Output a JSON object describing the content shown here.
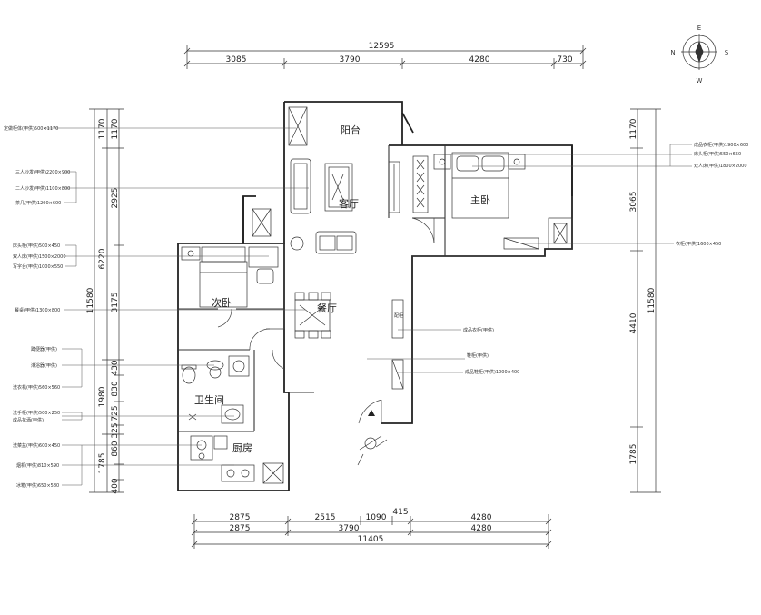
{
  "dimensions": {
    "top_total": "12595",
    "top_segments": [
      "3085",
      "3790",
      "4280",
      "730"
    ],
    "bottom_total": "11405",
    "bottom_row1": [
      "2875",
      "2515",
      "1090",
      "415",
      "4280"
    ],
    "bottom_row2": [
      "2875",
      "3790",
      "4280"
    ],
    "left_outer": "11580",
    "left_middle": [
      "1170",
      "6220",
      "1980",
      "1785"
    ],
    "left_inner": [
      "1170",
      "2925",
      "3175",
      "430",
      "830",
      "725",
      "325",
      "860",
      "400"
    ],
    "right_outer": "11580",
    "right_inner": [
      "1170",
      "3065",
      "4410",
      "1785"
    ]
  },
  "rooms": {
    "balcony": "阳台",
    "living": "客厅",
    "master_bedroom": "主卧",
    "second_bedroom": "次卧",
    "dining": "餐厅",
    "bathroom": "卫生间",
    "kitchen": "厨房"
  },
  "compass": {
    "north": "N",
    "south": "S",
    "east": "E",
    "west": "W"
  },
  "annotations_left": [
    "定做柜体(甲供)500×1170",
    "三人沙发(甲供)2200×900",
    "二人沙发(甲供)1100×800",
    "茶几(甲供)1200×600",
    "床头柜(甲供)500×450",
    "双人床(甲供)1500×2000",
    "写字台(甲供)1000×550",
    "餐桌(甲供)1300×800",
    "蹲便器(甲供)",
    "淋浴器(甲供)",
    "洗衣机(甲供)560×560",
    "洗手柜(甲供)500×250",
    "成品花洒(甲供)",
    "洗菜盆(甲供)600×450",
    "烟机(甲供)810×590",
    "冰箱(甲供)650×580"
  ],
  "annotations_right": [
    "成品衣柜(甲供)1900×600",
    "床头柜(甲供)550×650",
    "双人床(甲供)1800×2000",
    "衣柜(甲供)1600×450",
    "成品衣柜(甲供)",
    "鞋柜(甲供)",
    "成品鞋柜(甲供)1000×400"
  ],
  "equipment_label": "配柜"
}
